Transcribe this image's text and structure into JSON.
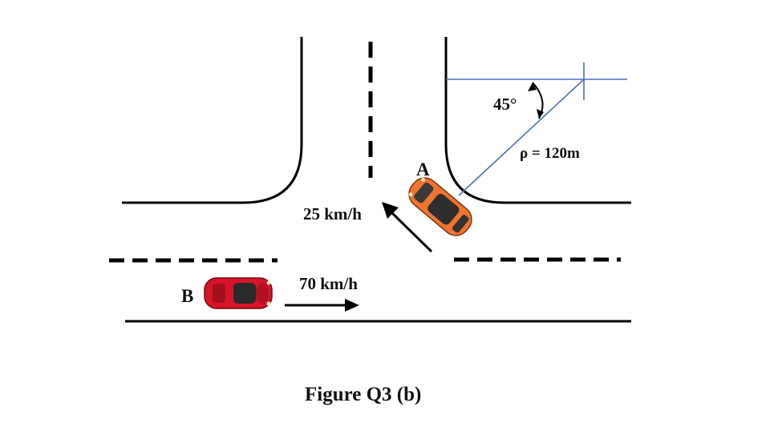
{
  "labels": {
    "angle": "45°",
    "radius": "ρ = 120m",
    "car_a": "A",
    "car_b": "B",
    "speed_a": "25 km/h",
    "speed_b": "70 km/h",
    "caption": "Figure Q3 (b)"
  },
  "colors": {
    "car_a_body": "#f0742d",
    "car_b_body": "#d8142a",
    "guide_lines": "#4a6fb5",
    "road_lines": "#000000"
  }
}
